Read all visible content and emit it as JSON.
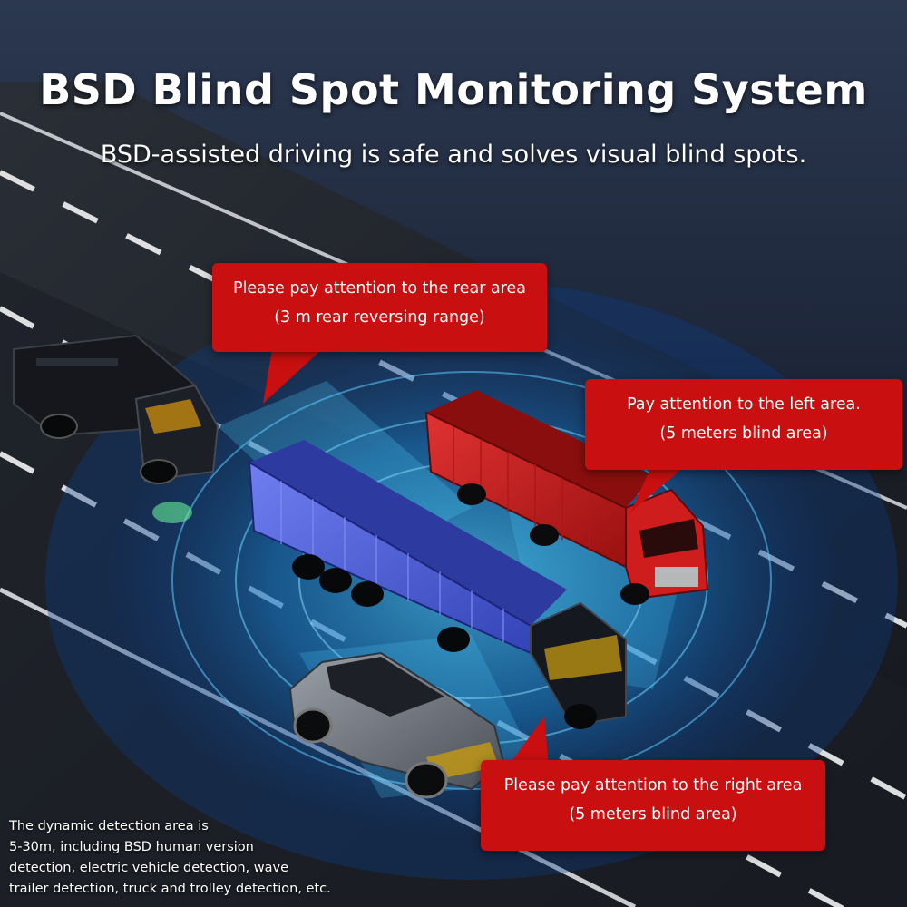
{
  "header": {
    "title": "BSD Blind Spot Monitoring System",
    "subtitle": "BSD-assisted driving is safe and solves visual blind spots."
  },
  "callouts": {
    "rear": {
      "line1": "Please pay attention to the rear area",
      "line2": "(3 m rear reversing range)"
    },
    "left": {
      "line1": "Pay attention to the left area.",
      "line2": "(5 meters blind area)"
    },
    "right": {
      "line1": "Please pay attention to the right area",
      "line2": "(5 meters blind area)"
    }
  },
  "footnote": {
    "lines": [
      "The dynamic detection area is",
      "5-30m, including BSD human version",
      "detection, electric vehicle detection, wave",
      "trailer detection, truck and trolley detection, etc."
    ]
  },
  "colors": {
    "callout": "#c90f0f",
    "detection_zone": "#1ea7ff",
    "blue_trailer": "#4a5bd6",
    "red_trailer": "#c21a1a"
  }
}
